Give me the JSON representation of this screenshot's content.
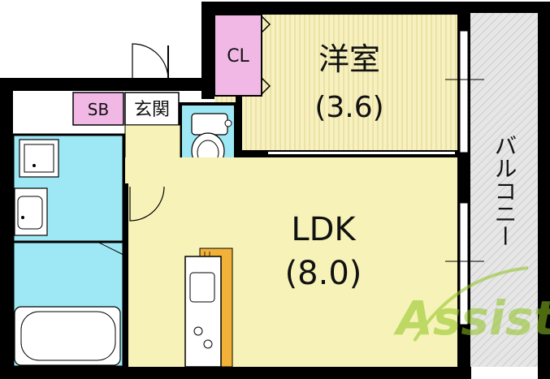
{
  "rooms": {
    "western_room": {
      "name": "洋室",
      "size": "(3.6)"
    },
    "ldk": {
      "name": "LDK",
      "size": "(8.0)"
    },
    "closet": "CL",
    "shoe_box": "SB",
    "entrance": "玄関",
    "balcony": "バルコニー"
  },
  "watermark": "Assist",
  "colors": {
    "western_room": "#f7f0c0",
    "ldk": "#f7f3b8",
    "closet": "#f1b8e6",
    "shoe_box": "#f1b8e6",
    "bathroom": "#9ee8f5",
    "entrance": "#ffffff",
    "balcony": "#e6e6e6",
    "wall": "#000000",
    "kitchen_counter": "#f2b23a"
  }
}
